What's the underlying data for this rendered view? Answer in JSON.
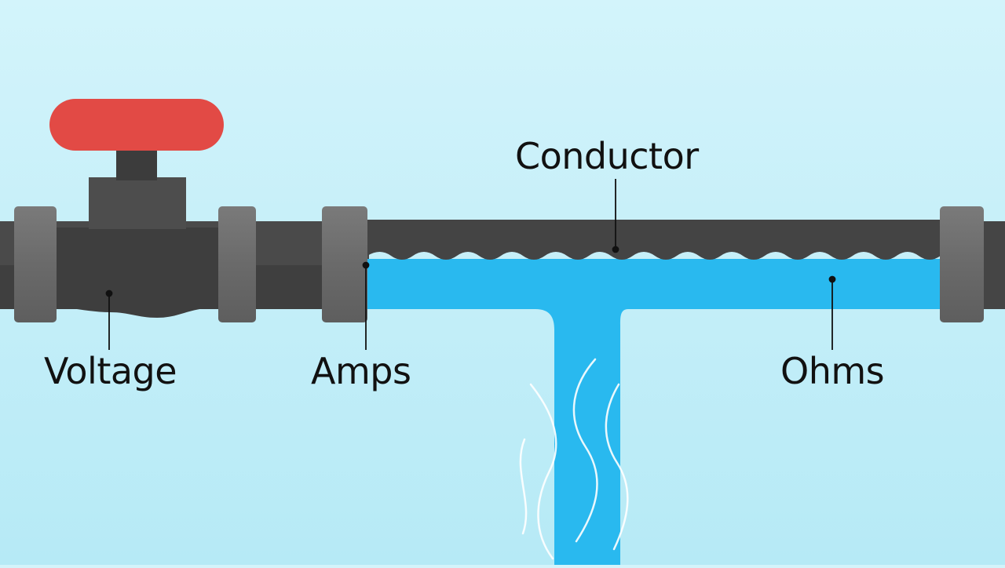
{
  "labels": {
    "conductor": "Conductor",
    "voltage": "Voltage",
    "amps": "Amps",
    "ohms": "Ohms"
  },
  "colors": {
    "background": "#c3eef8",
    "pipe": "#4a4a4a",
    "pipe_dark": "#3b3b3b",
    "flange": "#6e6e6e",
    "valve_handle": "#e24a45",
    "water": "#29b9ef"
  }
}
